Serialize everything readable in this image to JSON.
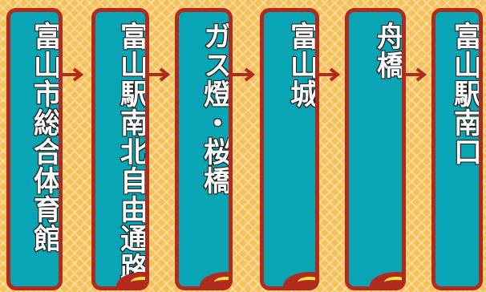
{
  "route": {
    "stops": [
      {
        "name": "富山市総合体育館"
      },
      {
        "name": "富山駅南北自由通路"
      },
      {
        "name": "ガス燈・桜橋"
      },
      {
        "name": "富山城"
      },
      {
        "name": "舟橋"
      },
      {
        "name": "富山駅南口"
      }
    ]
  },
  "colors": {
    "background": "#f7c15a",
    "card_fill": "#0aa5b5",
    "card_border": "#b02a1e",
    "arrow": "#b02a1e",
    "text": "#ffffff",
    "badge_accent": "#ffe23a"
  }
}
